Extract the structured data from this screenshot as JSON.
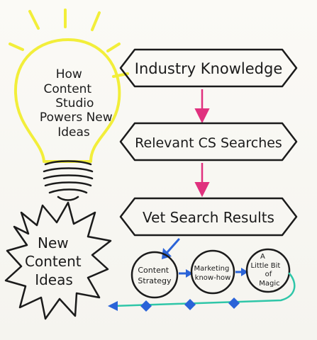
{
  "bulb": {
    "lines": [
      "How",
      "Content",
      "Studio",
      "Powers New",
      "Ideas"
    ]
  },
  "steps": [
    {
      "label": "Industry Knowledge"
    },
    {
      "label": "Relevant CS Searches"
    },
    {
      "label": "Vet Search Results"
    }
  ],
  "burst": {
    "lines": [
      "New",
      "Content",
      "Ideas"
    ]
  },
  "circles": [
    {
      "lines": [
        "Content",
        "Strategy"
      ]
    },
    {
      "lines": [
        "Marketing",
        "know-how"
      ]
    },
    {
      "lines": [
        "A",
        "Little Bit",
        "of",
        "Magic"
      ]
    }
  ],
  "colors": {
    "bulb_yellow": "#f2ee3a",
    "arrow_pink": "#e0317e",
    "arrow_blue": "#2a63d8",
    "loop_teal": "#2fc6a8",
    "ink": "#1b1b1b"
  }
}
